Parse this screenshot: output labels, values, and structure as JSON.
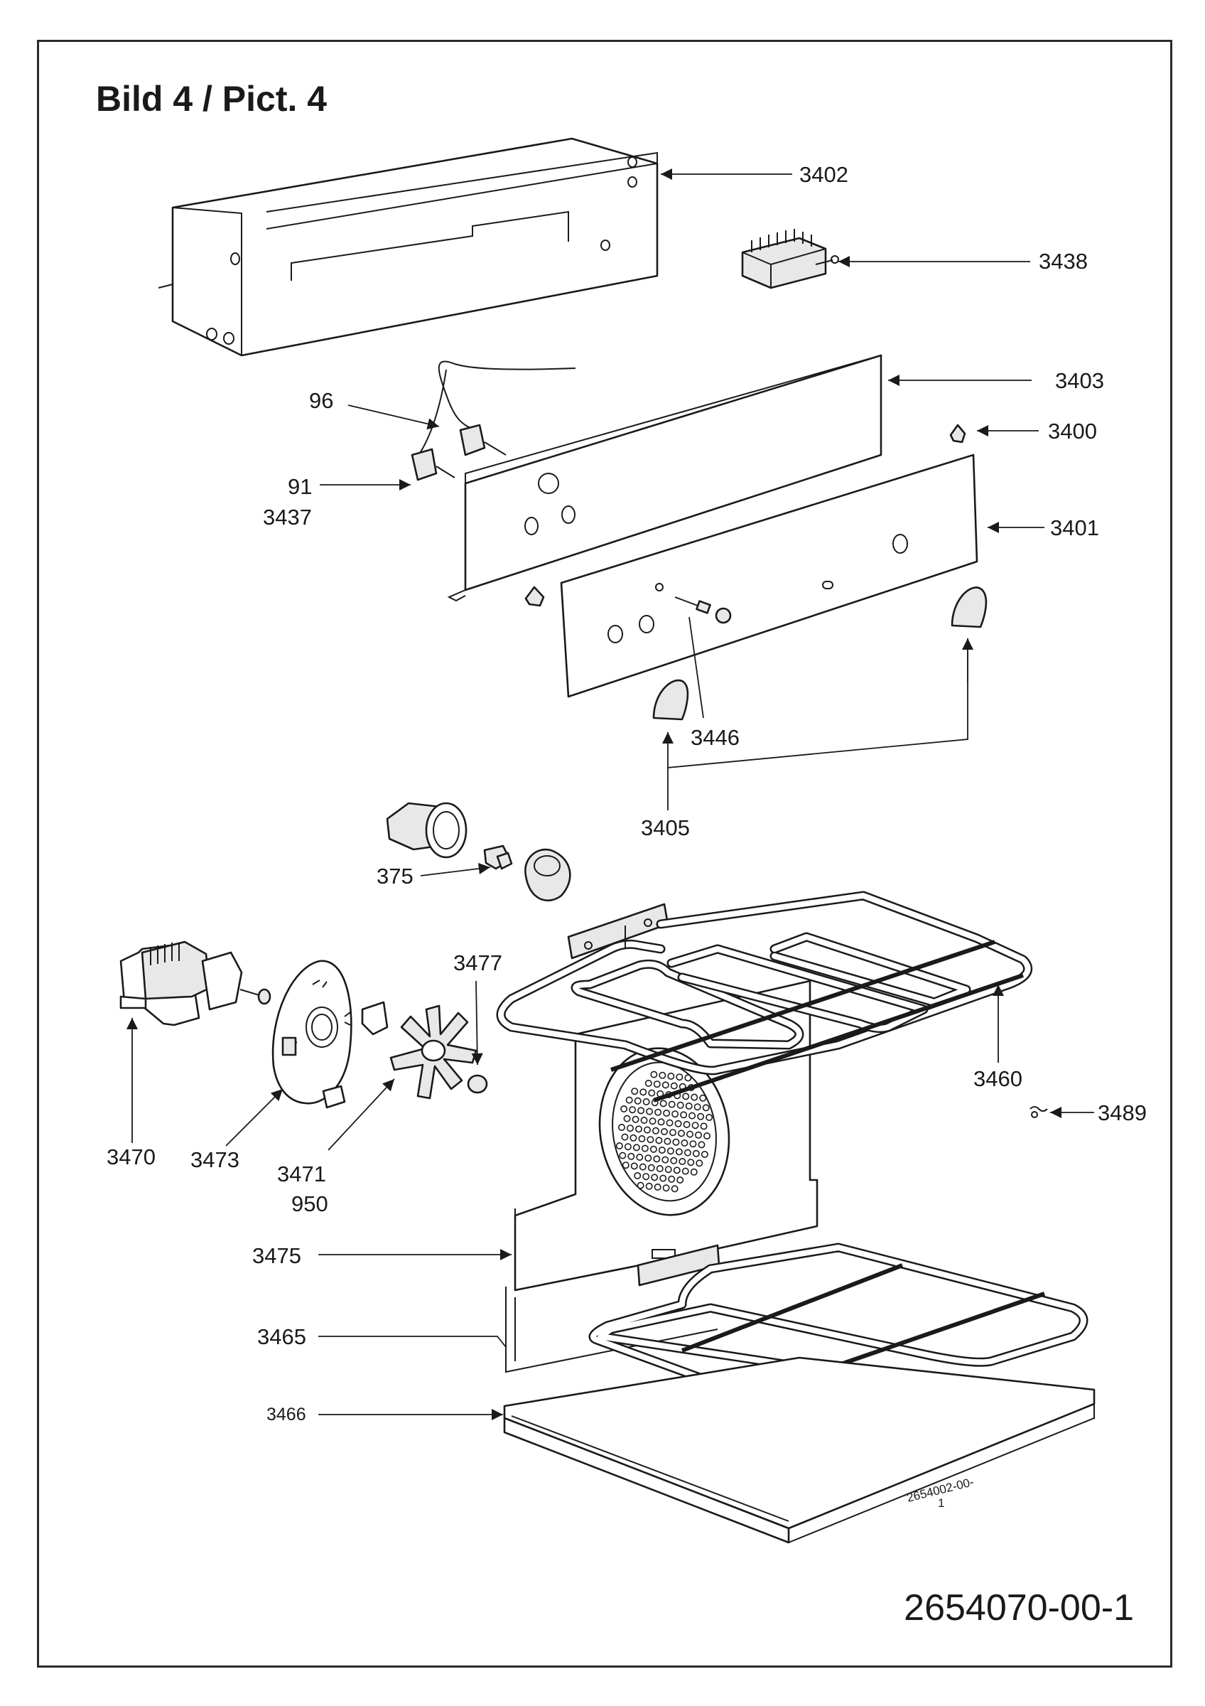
{
  "title": "Bild 4 / Pict. 4",
  "document_number": "2654070-00-1",
  "sub_label_line1": "2654002-00-",
  "sub_label_line2": "1",
  "labels": {
    "p3402": "3402",
    "p3438": "3438",
    "p3403": "3403",
    "p96": "96",
    "p3400": "3400",
    "p91": "91",
    "p3437": "3437",
    "p3401": "3401",
    "p3446": "3446",
    "p3405": "3405",
    "p375": "375",
    "p3477": "3477",
    "p3460": "3460",
    "p3489": "3489",
    "p3470": "3470",
    "p3473": "3473",
    "p3471": "3471",
    "p950": "950",
    "p3475": "3475",
    "p3465": "3465",
    "p3466": "3466"
  }
}
